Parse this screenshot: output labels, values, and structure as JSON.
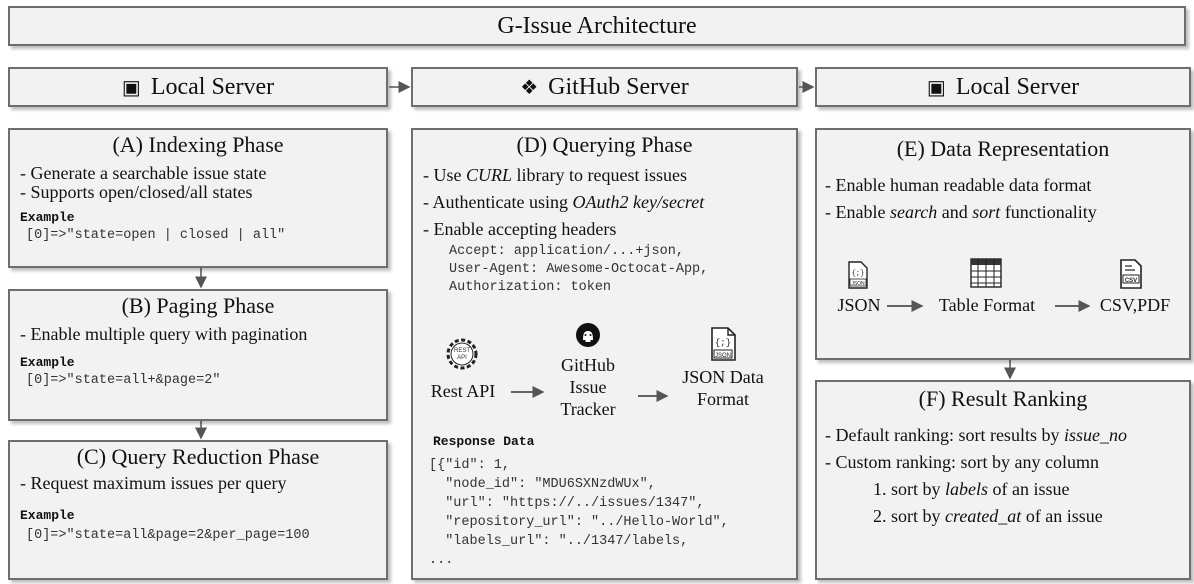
{
  "title": "G-Issue Architecture",
  "headers": {
    "left": "Local Server",
    "middle": "GitHub Server",
    "right": "Local Server"
  },
  "indexing": {
    "title": "(A) Indexing Phase",
    "lines": [
      "- Generate a searchable issue state",
      "- Supports open/closed/all states"
    ],
    "example_label": "Example",
    "example": "[0]=>\"state=open | closed | all\""
  },
  "paging": {
    "title": "(B) Paging Phase",
    "lines": [
      "- Enable multiple query with pagination"
    ],
    "example_label": "Example",
    "example": "[0]=>\"state=all+&page=2\""
  },
  "reduction": {
    "title": "(C) Query Reduction Phase",
    "lines": [
      "- Request maximum issues per query"
    ],
    "example_label": "Example",
    "example": "[0]=>\"state=all&page=2&per_page=100"
  },
  "querying": {
    "title": "(D) Querying Phase",
    "line1_pre": "- Use ",
    "line1_em": "CURL",
    "line1_post": " library to request issues",
    "line2_pre": "- Authenticate using ",
    "line2_em": "OAuth2 key/secret",
    "line3": "- Enable accepting headers",
    "headers_code": "Accept: application/...+json,\nUser-Agent: Awesome-Octocat-App,\nAuthorization: token",
    "rest_icon_text": "REST\nAPI",
    "rest_label": "Rest API",
    "tracker_label": "GitHub\nIssue\nTracker",
    "json_label": "JSON Data\nFormat",
    "json_icon_text": "JSON",
    "response_label": "Response Data",
    "response_code": "[{\"id\": 1,\n  \"node_id\": \"MDU6SXNzdWUx\",\n  \"url\": \"https://../issues/1347\",\n  \"repository_url\": \"../Hello-World\",\n  \"labels_url\": \"../1347/labels,\n..."
  },
  "data_rep": {
    "title": "(E) Data Representation",
    "line1": "- Enable human readable data format",
    "line2_pre": "- Enable ",
    "line2_em1": "search",
    "line2_mid": " and ",
    "line2_em2": "sort",
    "line2_post": " functionality",
    "flow": [
      "JSON",
      "Table Format",
      "CSV,PDF"
    ],
    "json_icon_text": "JSON",
    "csv_icon_text": "CSV"
  },
  "ranking": {
    "title": "(F) Result Ranking",
    "line1_pre": "- Default ranking: sort results by ",
    "line1_em": "issue_no",
    "line2": "- Custom ranking: sort by any column",
    "item1_pre": "1. sort by ",
    "item1_em": "labels",
    "item1_post": " of an issue",
    "item2_pre": "2. sort by ",
    "item2_em": "created_at",
    "item2_post": " of an issue"
  }
}
